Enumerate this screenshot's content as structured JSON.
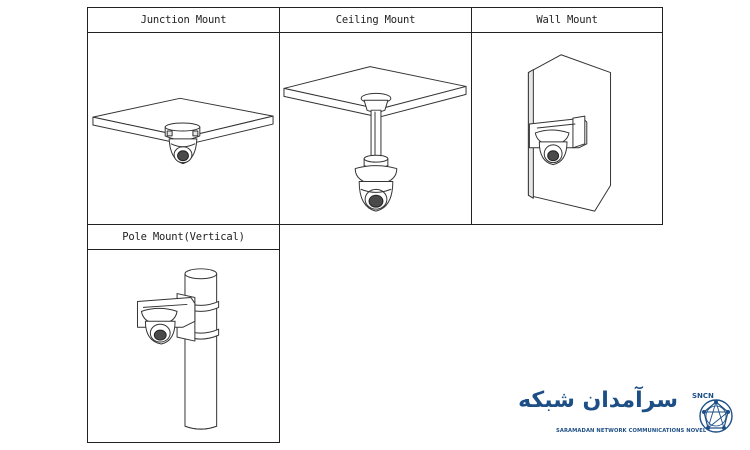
{
  "mounts": [
    {
      "title": "Junction Mount"
    },
    {
      "title": "Ceiling Mount"
    },
    {
      "title": "Wall Mount"
    },
    {
      "title": "Pole Mount(Vertical)"
    }
  ],
  "watermark": {
    "name_fa": "سرآمدان شبکه",
    "name_en": "SARAMADAN NETWORK COMMUNICATIONS NOVEL",
    "emblem_letters": "SNCN",
    "accent": "#1d4f86"
  }
}
